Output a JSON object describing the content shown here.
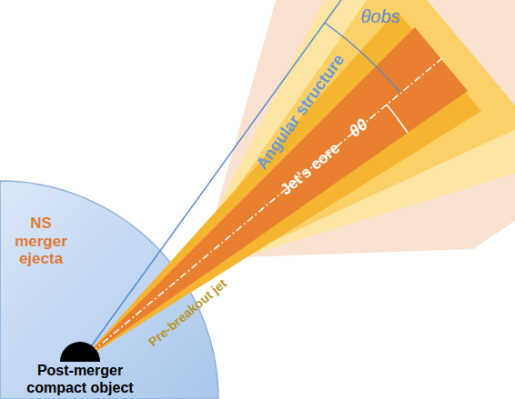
{
  "diagram": {
    "labels": [
      "θobs",
      "Angular structure",
      "Jet's core",
      "θ0",
      "NS merger ejecta",
      "Pre-breakout jet",
      "Post-merger compact object"
    ]
  }
}
